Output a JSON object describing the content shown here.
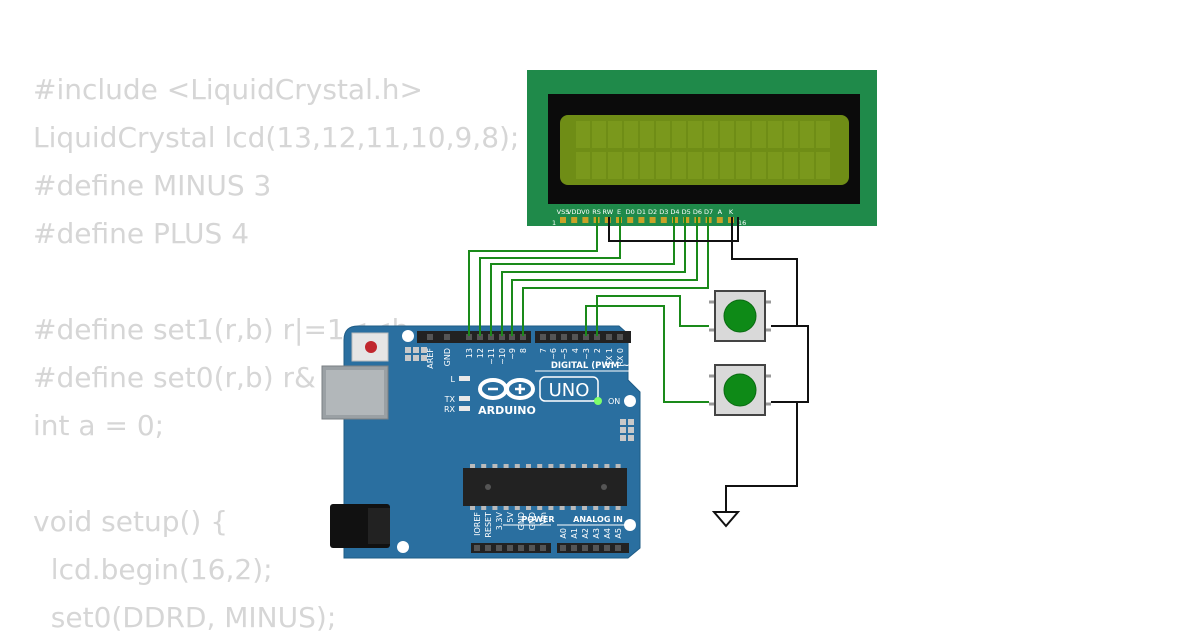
{
  "code_lines": [
    "#include <LiquidCrystal.h>",
    "LiquidCrystal lcd(13,12,11,10,9,8);",
    "#define MINUS 3",
    "#define PLUS 4",
    "",
    "#define set1(r,b) r|=1<<b",
    "#define set0(r,b) r&",
    "int a = 0;",
    "",
    "void setup() {",
    "  lcd.begin(16,2);",
    "  set0(DDRD, MINUS);"
  ],
  "lcd": {
    "pin_labels": [
      "VSS",
      "VDD",
      "V0",
      "RS",
      "RW",
      "E",
      "D0",
      "D1",
      "D2",
      "D3",
      "D4",
      "D5",
      "D6",
      "D7",
      "A",
      "K"
    ],
    "pin_first": "1",
    "pin_last": "16"
  },
  "arduino": {
    "brand": "ARDUINO",
    "model": "UNO",
    "digital_header": "DIGITAL (PWM ~)",
    "power_header": "POWER",
    "analog_header": "ANALOG IN",
    "on_label": "ON",
    "led_labels": [
      "L",
      "TX",
      "RX"
    ],
    "top_pins": [
      "AREF",
      "GND",
      "13",
      "12",
      "~11",
      "~10",
      "~9",
      "8",
      "7",
      "~6",
      "~5",
      "4",
      "~3",
      "2",
      "TX 1",
      "RX 0"
    ],
    "power_pins": [
      "IOREF",
      "RESET",
      "3.3V",
      "5V",
      "GND",
      "GND",
      "Vin"
    ],
    "analog_pins": [
      "A0",
      "A1",
      "A2",
      "A3",
      "A4",
      "A5"
    ]
  },
  "colors": {
    "code_text": "#d6d6d6",
    "board_blue": "#2a6fa0",
    "lcd_pcb": "#1f8a4a",
    "lcd_glass": "#6f8d16",
    "wire_green": "#1a8a1a",
    "wire_black": "#111111",
    "button_cap": "#0e8a17"
  }
}
